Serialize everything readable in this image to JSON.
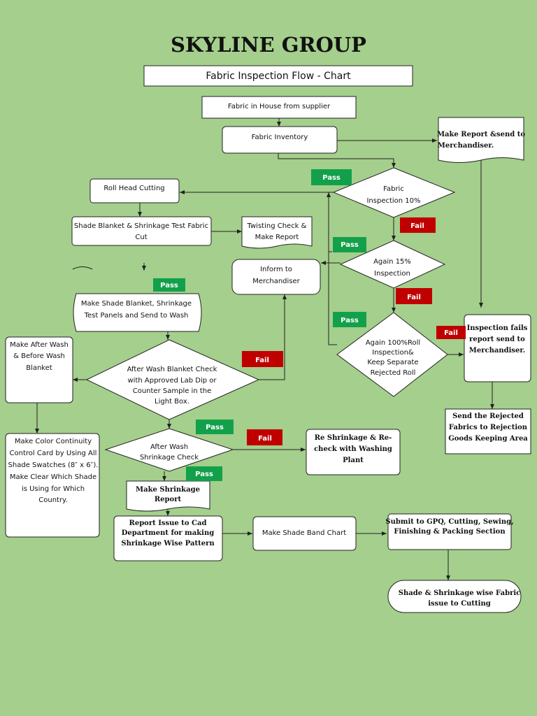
{
  "title": "SKYLINE GROUP",
  "subtitle": "Fabric Inspection Flow - Chart",
  "nodes": {
    "supplier": [
      "Fabric in House from supplier"
    ],
    "inventory": [
      "Fabric Inventory"
    ],
    "make_report": [
      "Make Report &send to",
      "Merchandiser."
    ],
    "roll_head": [
      "Roll Head Cutting"
    ],
    "insp10": [
      "Fabric",
      "Inspection 10%"
    ],
    "shade_blanket_cut": [
      "Shade Blanket & Shrinkage Test Fabric",
      "Cut"
    ],
    "twisting": [
      "Twisting Check &",
      "Make Report"
    ],
    "again15": [
      "Again 15%",
      "Inspection"
    ],
    "inform": [
      "Inform to",
      "Merchandiser"
    ],
    "panels": [
      "Make Shade Blanket, Shrinkage",
      "Test Panels and Send to Wash"
    ],
    "again100": [
      "Again 100%Roll",
      "Inspection&",
      "Keep Separate",
      "Rejected Roll"
    ],
    "insp_fails": [
      "Inspection fails",
      "report send to",
      "Merchandiser."
    ],
    "after_before": [
      "Make After Wash",
      "& Before Wash",
      "Blanket"
    ],
    "wash_check": [
      "After Wash Blanket Check",
      "with Approved Lab Dip or",
      "Counter Sample in the",
      "Light Box."
    ],
    "send_rejected": [
      "Send the Rejected",
      "Fabrics to Rejection",
      "Goods Keeping Area"
    ],
    "color_card": [
      "Make Color Continuity",
      "Control Card by Using All",
      "Shade Swatches (8″ x 6″).",
      "Make Clear Which Shade",
      "is Using for Which",
      "Country."
    ],
    "shrink_check": [
      "After Wash",
      "Shrinkage Check"
    ],
    "reshrink": [
      "Re Shrinkage & Re-",
      "check with Washing",
      "Plant"
    ],
    "shrink_report": [
      "Make Shrinkage",
      "Report"
    ],
    "cad": [
      "Report Issue to Cad",
      "Department for making",
      "Shrinkage Wise Pattern"
    ],
    "shade_band": [
      "Make Shade Band Chart"
    ],
    "submit_gpq": [
      "Submit to GPQ, Cutting, Sewing,",
      "Finishing & Packing Section"
    ],
    "issue_cutting": [
      "Shade & Shrinkage wise Fabric",
      "issue to Cutting"
    ]
  },
  "labels": {
    "pass": "Pass",
    "fail": "Fail"
  },
  "colors": {
    "background": "#a4cf8c",
    "pass": "#13a04b",
    "fail": "#c00000"
  }
}
